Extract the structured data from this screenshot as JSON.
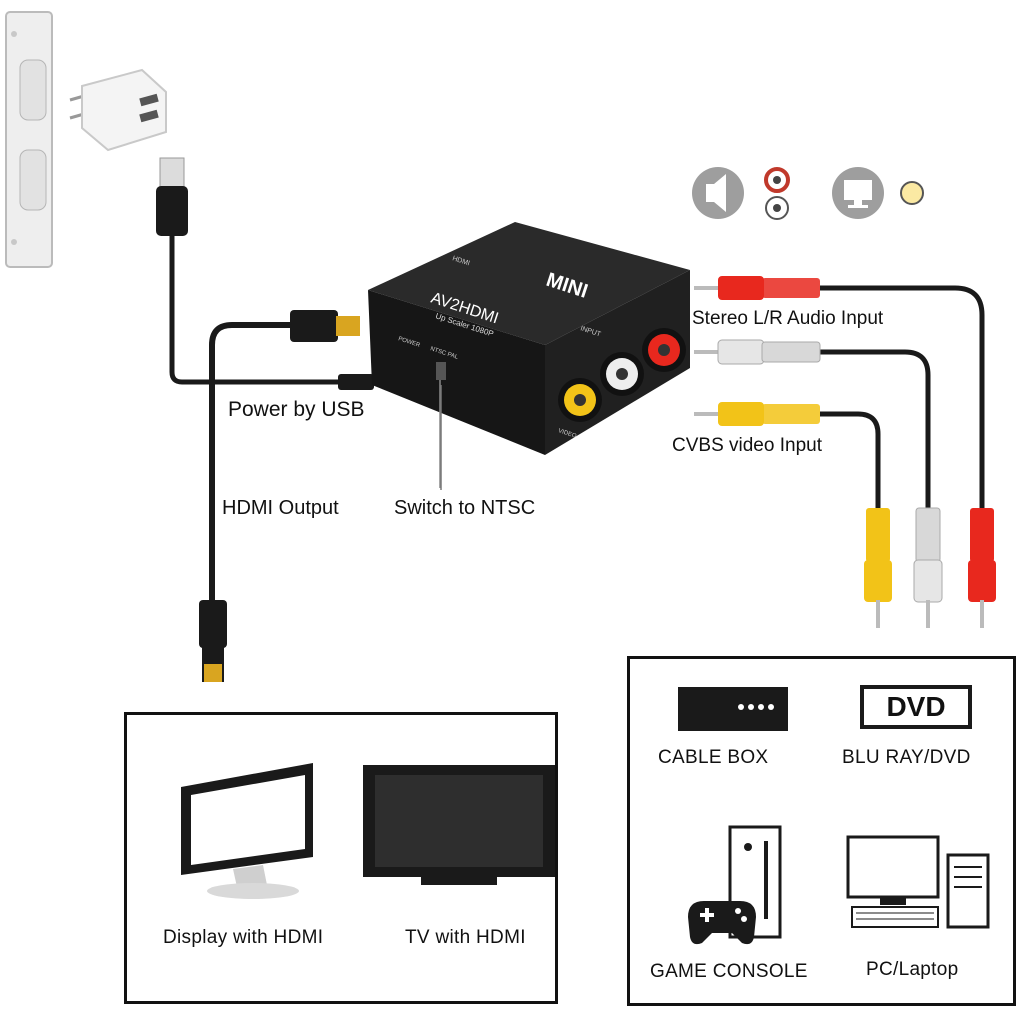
{
  "device": {
    "brand": "MINI",
    "model": "AV2HDMI",
    "subtitle": "Up Scaler 1080P",
    "label_hdmi": "HDMI",
    "label_input": "INPUT",
    "label_power": "POWER",
    "label_switch": "NTSC PAL",
    "label_video": "VIDEO"
  },
  "labels": {
    "power_by_usb": "Power by USB",
    "hdmi_output": "HDMI Output",
    "switch_ntsc": "Switch to NTSC",
    "stereo_audio": "Stereo L/R Audio Input",
    "cvbs_video": "CVBS video Input"
  },
  "output_devices": {
    "display": "Display with HDMI",
    "tv": "TV with HDMI"
  },
  "input_devices": {
    "cable_box": "CABLE BOX",
    "dvd_badge": "DVD",
    "bluray": "BLU RAY/DVD",
    "game_console": "GAME CONSOLE",
    "pc": "PC/Laptop"
  },
  "colors": {
    "rca_red": "#e8281e",
    "rca_white": "#e6e6e6",
    "rca_yellow": "#f2c318",
    "cable": "#1a1a1a",
    "device_body": "#1c1c1c"
  }
}
